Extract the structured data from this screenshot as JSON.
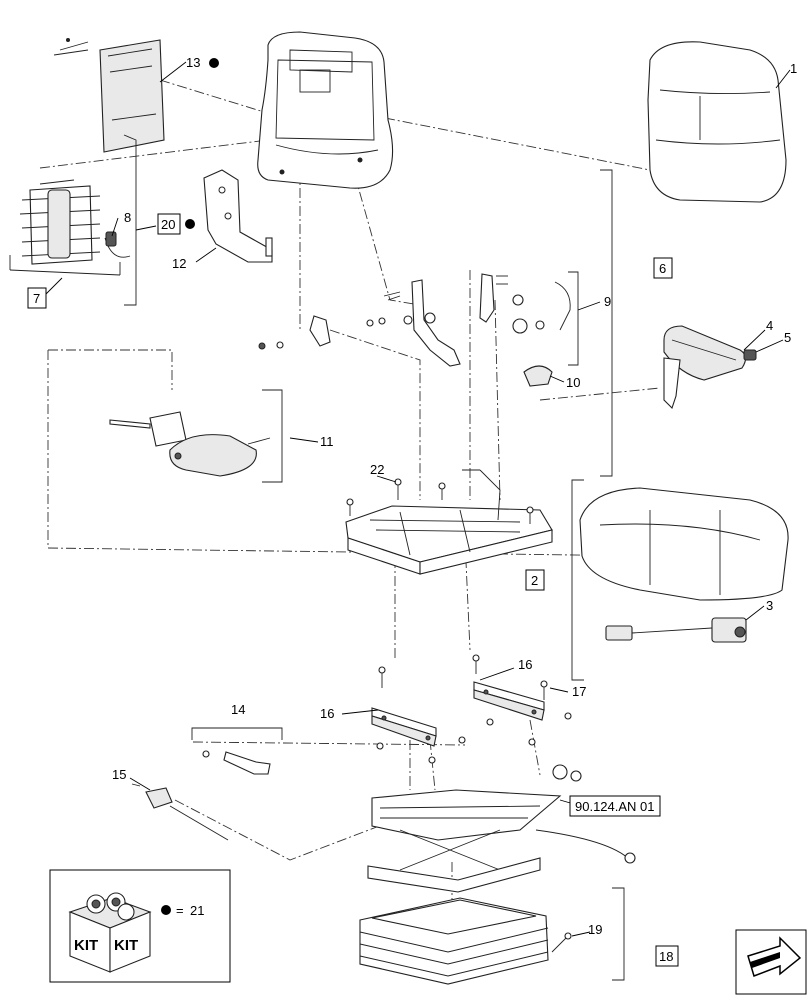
{
  "callouts": {
    "c1": "1",
    "c2": "2",
    "c3": "3",
    "c4": "4",
    "c5": "5",
    "c6": "6",
    "c7": "7",
    "c8": "8",
    "c9": "9",
    "c10": "10",
    "c11": "11",
    "c12": "12",
    "c13": "13",
    "c14": "14",
    "c15": "15",
    "c16a": "16",
    "c16b": "16",
    "c17": "17",
    "c18": "18",
    "c19": "19",
    "c20": "20",
    "c21": "21",
    "c22": "22"
  },
  "reference": "90.124.AN 01",
  "kit": {
    "label1": "KIT",
    "label2": "KIT",
    "equals": "="
  },
  "icons": [
    "kit-box-icon",
    "next-page-arrow-icon",
    "kit-bullet-icon"
  ]
}
